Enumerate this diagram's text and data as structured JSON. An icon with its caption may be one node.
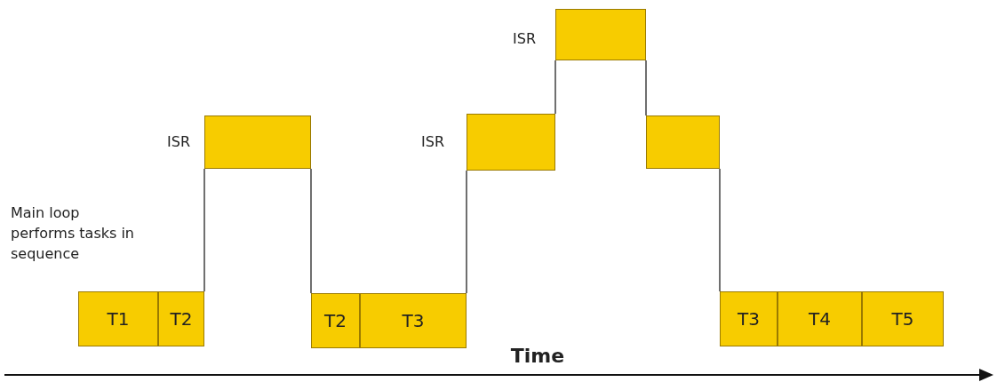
{
  "diagram": {
    "nodes": [
      {
        "text": [
          "T1"
        ]
      },
      {
        "text": [
          "T2"
        ]
      },
      {
        "text": [],
        "shape": "box",
        "beside": [
          "ISR"
        ]
      },
      {
        "text": [
          "T2"
        ]
      },
      {
        "text": [
          "T3"
        ]
      },
      {
        "text": [],
        "shape": "box",
        "beside": [
          "ISR"
        ]
      },
      {
        "text": [],
        "shape": "box",
        "beside": [
          "ISR"
        ]
      },
      {
        "text": [],
        "shape": "box"
      },
      {
        "text": [
          "T3"
        ]
      },
      {
        "text": [
          "T4"
        ]
      },
      {
        "text": [
          "T5"
        ]
      }
    ],
    "edges": [
      {
        "from": 1,
        "to": 2,
        "arrow": "none"
      },
      {
        "from": 2,
        "to": 3,
        "arrow": "none"
      },
      {
        "from": 4,
        "to": 5,
        "arrow": "none"
      },
      {
        "from": 5,
        "to": 6,
        "arrow": "none"
      },
      {
        "from": 6,
        "to": 7,
        "arrow": "none"
      },
      {
        "from": 7,
        "to": 8,
        "arrow": "none"
      }
    ],
    "labels": [
      "Main loop performs tasks in sequence",
      "Time"
    ]
  }
}
